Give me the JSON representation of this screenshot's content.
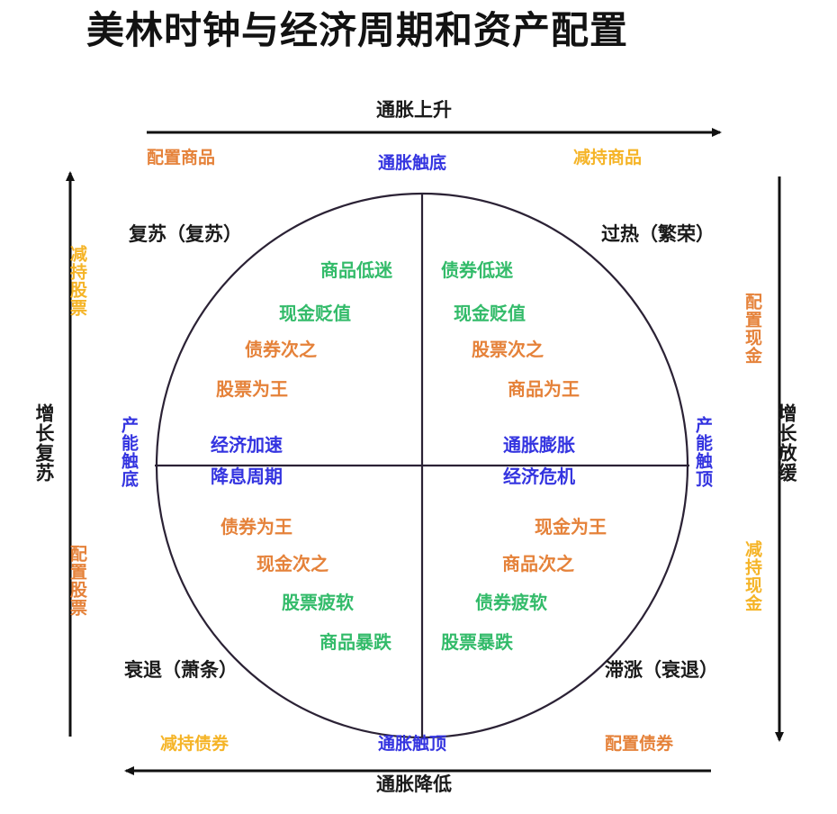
{
  "page": {
    "title": "美林时钟与经济周期和资产配置",
    "background": "#ffffff"
  },
  "colors": {
    "black": "#1a1a1a",
    "green": "#33bb6a",
    "orange": "#e5823a",
    "yellow": "#f5b427",
    "blue": "#3434e0"
  },
  "axes": {
    "top": {
      "label": "通胀上升",
      "direction": "right",
      "left_tag": "配置商品",
      "left_tag_color": "#e5823a",
      "center_tag": "通胀触底",
      "center_tag_color": "#3434e0",
      "right_tag": "减持商品",
      "right_tag_color": "#f5b427"
    },
    "bottom": {
      "label": "通胀降低",
      "direction": "left",
      "left_tag": "减持债券",
      "left_tag_color": "#f5b427",
      "center_tag": "通胀触顶",
      "center_tag_color": "#3434e0",
      "right_tag": "配置债券",
      "right_tag_color": "#e5823a"
    },
    "left": {
      "label": "增长复苏",
      "direction": "up",
      "top_tag": "减持股票",
      "top_tag_color": "#f5b427",
      "center_tag": "产能触底",
      "center_tag_color": "#3434e0",
      "bottom_tag": "配置股票",
      "bottom_tag_color": "#e5823a"
    },
    "right": {
      "label": "增长放缓",
      "direction": "down",
      "top_tag": "配置现金",
      "top_tag_color": "#e5823a",
      "center_tag": "产能触顶",
      "center_tag_color": "#3434e0",
      "bottom_tag": "减持现金",
      "bottom_tag_color": "#f5b427"
    }
  },
  "quadrants": {
    "top_left": {
      "name": "复苏（复苏）",
      "center_lines": [
        "经济加速",
        "降息周期"
      ],
      "assets": [
        {
          "text": "商品低迷",
          "color": "#33bb6a"
        },
        {
          "text": "现金贬值",
          "color": "#33bb6a"
        },
        {
          "text": "债券次之",
          "color": "#e5823a"
        },
        {
          "text": "股票为王",
          "color": "#e5823a"
        }
      ]
    },
    "top_right": {
      "name": "过热（繁荣）",
      "center_lines": [
        "通胀膨胀",
        "经济危机"
      ],
      "assets": [
        {
          "text": "债券低迷",
          "color": "#33bb6a"
        },
        {
          "text": "现金贬值",
          "color": "#33bb6a"
        },
        {
          "text": "股票次之",
          "color": "#e5823a"
        },
        {
          "text": "商品为王",
          "color": "#e5823a"
        }
      ]
    },
    "bottom_left": {
      "name": "衰退（萧条）",
      "assets": [
        {
          "text": "债券为王",
          "color": "#e5823a"
        },
        {
          "text": "现金次之",
          "color": "#e5823a"
        },
        {
          "text": "股票疲软",
          "color": "#33bb6a"
        },
        {
          "text": "商品暴跌",
          "color": "#33bb6a"
        }
      ]
    },
    "bottom_right": {
      "name": "滞涨（衰退）",
      "assets": [
        {
          "text": "现金为王",
          "color": "#e5823a"
        },
        {
          "text": "商品次之",
          "color": "#e5823a"
        },
        {
          "text": "债券疲软",
          "color": "#33bb6a"
        },
        {
          "text": "股票暴跌",
          "color": "#33bb6a"
        }
      ]
    }
  }
}
